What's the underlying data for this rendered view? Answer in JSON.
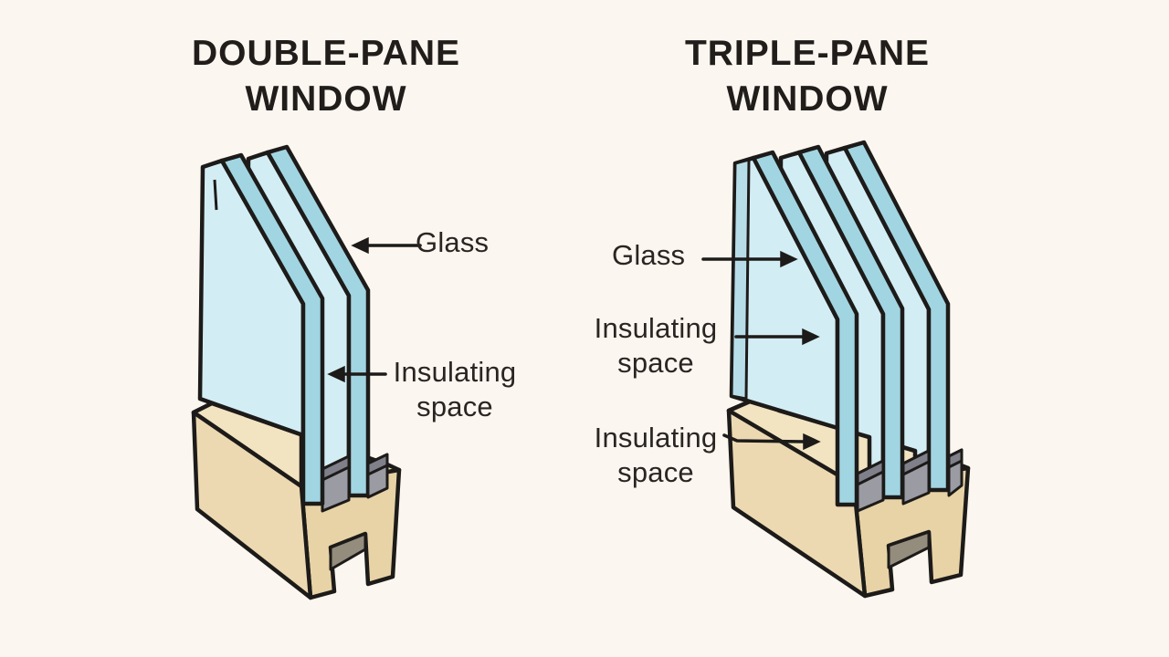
{
  "diagram": {
    "left": {
      "title_line1": "DOUBLE-PANE",
      "title_line2": "WINDOW",
      "labels": {
        "glass": "Glass",
        "insulating_line1": "Insulating",
        "insulating_line2": "space"
      }
    },
    "right": {
      "title_line1": "TRIPLE-PANE",
      "title_line2": "WINDOW",
      "labels": {
        "glass": "Glass",
        "insulating1_line1": "Insulating",
        "insulating1_line2": "space",
        "insulating2_line1": "Insulating",
        "insulating2_line2": "space"
      }
    }
  },
  "colors": {
    "background": "#fbf6ef",
    "glass_face": "#d3edf4",
    "glass_edge": "#a2d5e2",
    "glass_top": "#c4e7ee",
    "glass_left_strip": "#b7dde9",
    "wood_face": "#ecd9b2",
    "wood_top": "#f2e3c1",
    "wood_end": "#e8d3a6",
    "spacer_gray": "#9b9ba3",
    "spacer_dark": "#80808a",
    "notch_shadow": "#948c7d",
    "outline": "#1d1b19",
    "text": "#211d1b"
  }
}
